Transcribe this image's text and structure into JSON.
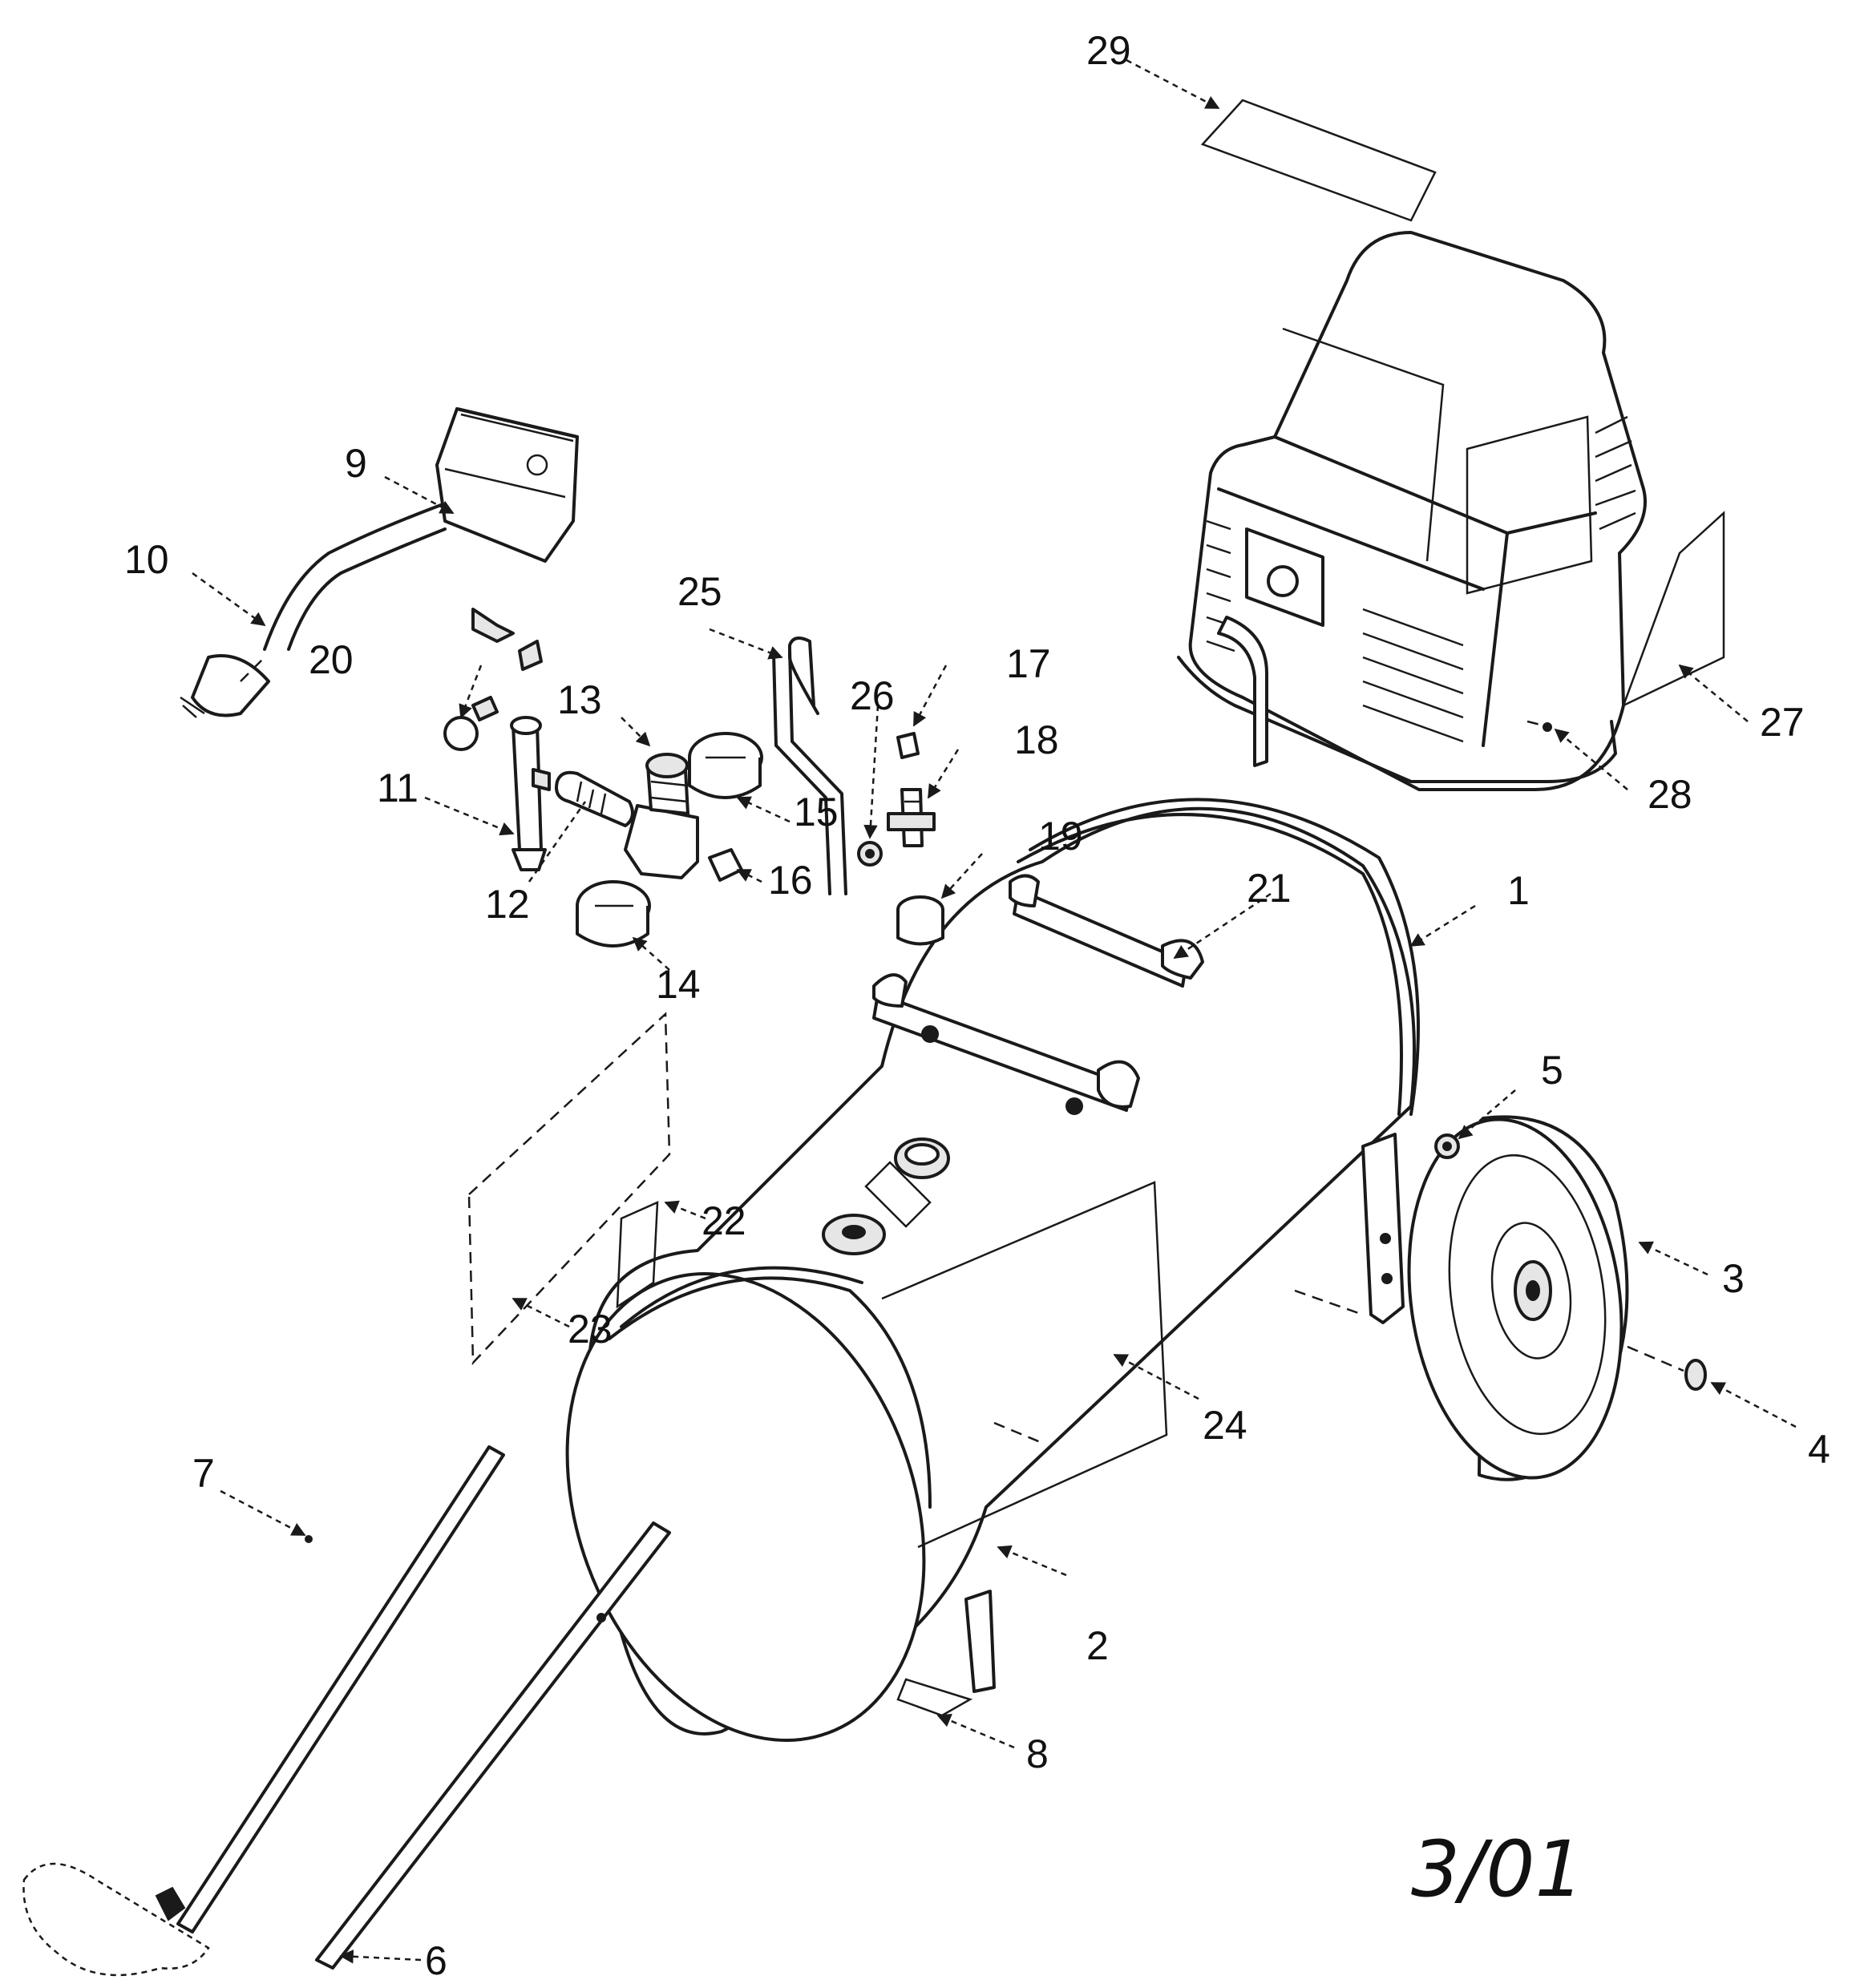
{
  "date_stamp": "3/01",
  "part_callouts": [
    "1",
    "2",
    "3",
    "4",
    "5",
    "6",
    "7",
    "8",
    "9",
    "10",
    "11",
    "12",
    "13",
    "14",
    "15",
    "16",
    "17",
    "18",
    "19",
    "20",
    "21",
    "22",
    "23",
    "24",
    "25",
    "26",
    "27",
    "28",
    "29"
  ],
  "colors": {
    "ink": "#1a1a1a",
    "paper": "#ffffff",
    "shade": "#e6e6e6"
  }
}
